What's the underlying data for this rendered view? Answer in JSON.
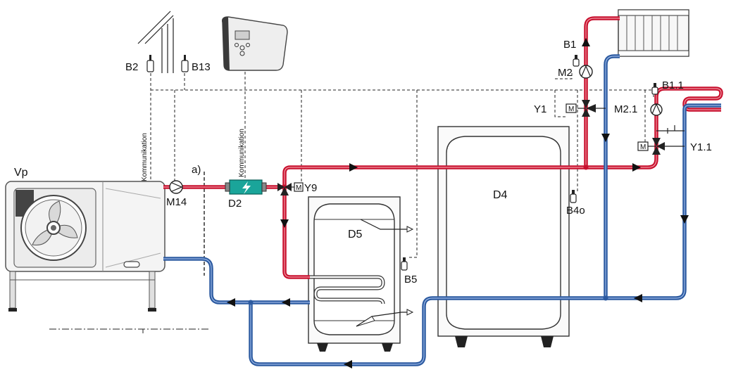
{
  "labels": {
    "vp": "Vp",
    "m14": "M14",
    "a": "a)",
    "d2": "D2",
    "y9": "Y9",
    "d5": "D5",
    "b5": "B5",
    "d4": "D4",
    "b4o": "B4o",
    "b2": "B2",
    "b13": "B13",
    "b1": "B1",
    "m2": "M2",
    "y1": "Y1",
    "m21": "M2.1",
    "b11": "B1.1",
    "y11": "Y1.1",
    "komm1": "Kommunikation",
    "komm2": "Kommunikation",
    "m_box": "M"
  },
  "colors": {
    "supply_pipe": "#c8102e",
    "return_pipe": "#2c5aa0",
    "module": "#1aa59a"
  }
}
